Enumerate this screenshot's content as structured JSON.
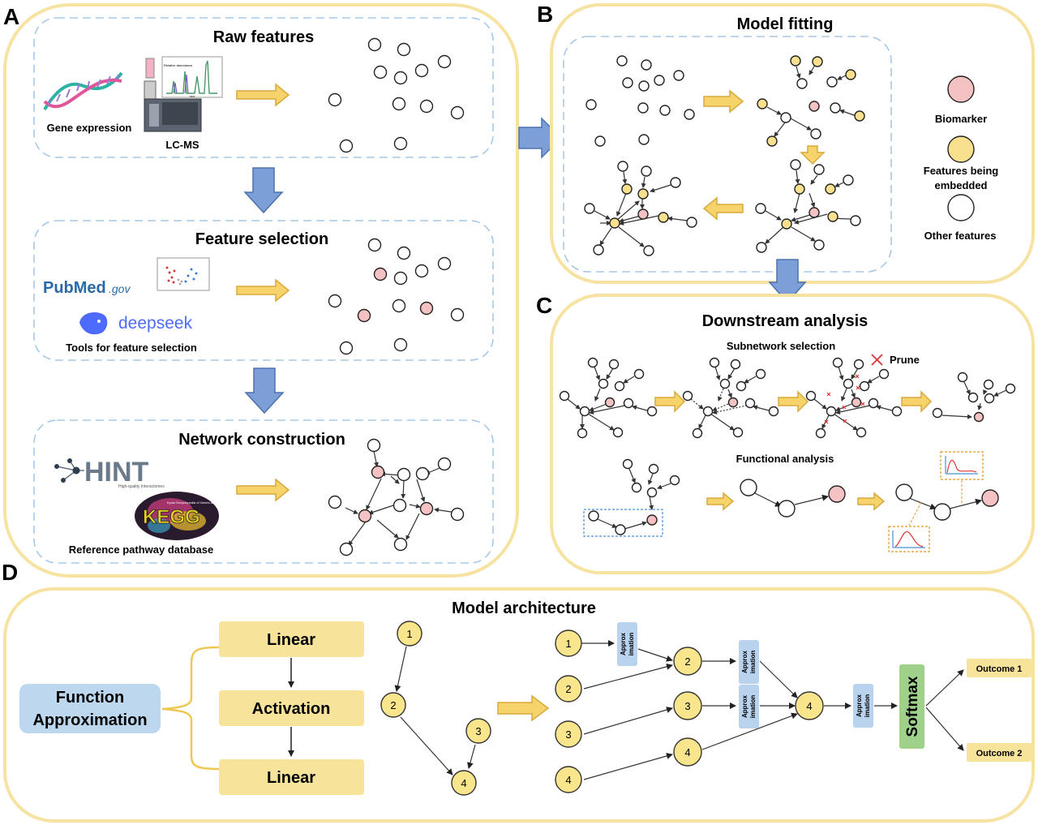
{
  "panel_letters": {
    "a": "A",
    "b": "B",
    "c": "C",
    "d": "D"
  },
  "panel_a": {
    "raw_title": "Raw features",
    "gene_label": "Gene expression",
    "lcms_label": "LC-MS",
    "chrom_axis_y": "Relative abundance",
    "chrom_axis_x": "m/z",
    "selection_title": "Feature selection",
    "pubmed_main": "PubMed",
    "pubmed_suffix": ".gov",
    "deepseek_label": "deepseek",
    "tools_label": "Tools for feature selection",
    "network_title": "Network construction",
    "hint_label": "HINT",
    "hint_sub": "High-quality Interactomes",
    "kegg_label": "KEGG",
    "kegg_sub": "Kyoto Encyclopedia of Genes and Genomes",
    "reference_label": "Reference pathway database"
  },
  "panel_b": {
    "title": "Model fitting",
    "legend_biomarker": "Biomarker",
    "legend_embedded_1": "Features being",
    "legend_embedded_2": "embedded",
    "legend_other": "Other features"
  },
  "panel_c": {
    "title": "Downstream analysis",
    "subnetwork_title": "Subnetwork selection",
    "prune_label": "Prune",
    "functional_title": "Functional analysis"
  },
  "panel_d": {
    "title": "Model architecture",
    "function_line1": "Function",
    "function_line2": "Approximation",
    "linear1": "Linear",
    "activation": "Activation",
    "linear2": "Linear",
    "nodes": [
      "1",
      "2",
      "3",
      "4"
    ],
    "approx_line1": "Approx",
    "approx_line2": "imation",
    "softmax": "Softmax",
    "outcome1": "Outcome 1",
    "outcome2": "Outcome 2"
  },
  "colors": {
    "panel_border": "#f6e3a1",
    "dashed_box": "#a8c8e6",
    "yellow_arrow": "#f6d36b",
    "blue_arrow": "#7b9fd6",
    "biomarker": "#f4c2c2",
    "embedded": "#f8e08e",
    "function_box": "#bcd7ee",
    "linear_box": "#f8e39a",
    "approx_box": "#b9d3ee",
    "softmax_box": "#9fd18b"
  }
}
